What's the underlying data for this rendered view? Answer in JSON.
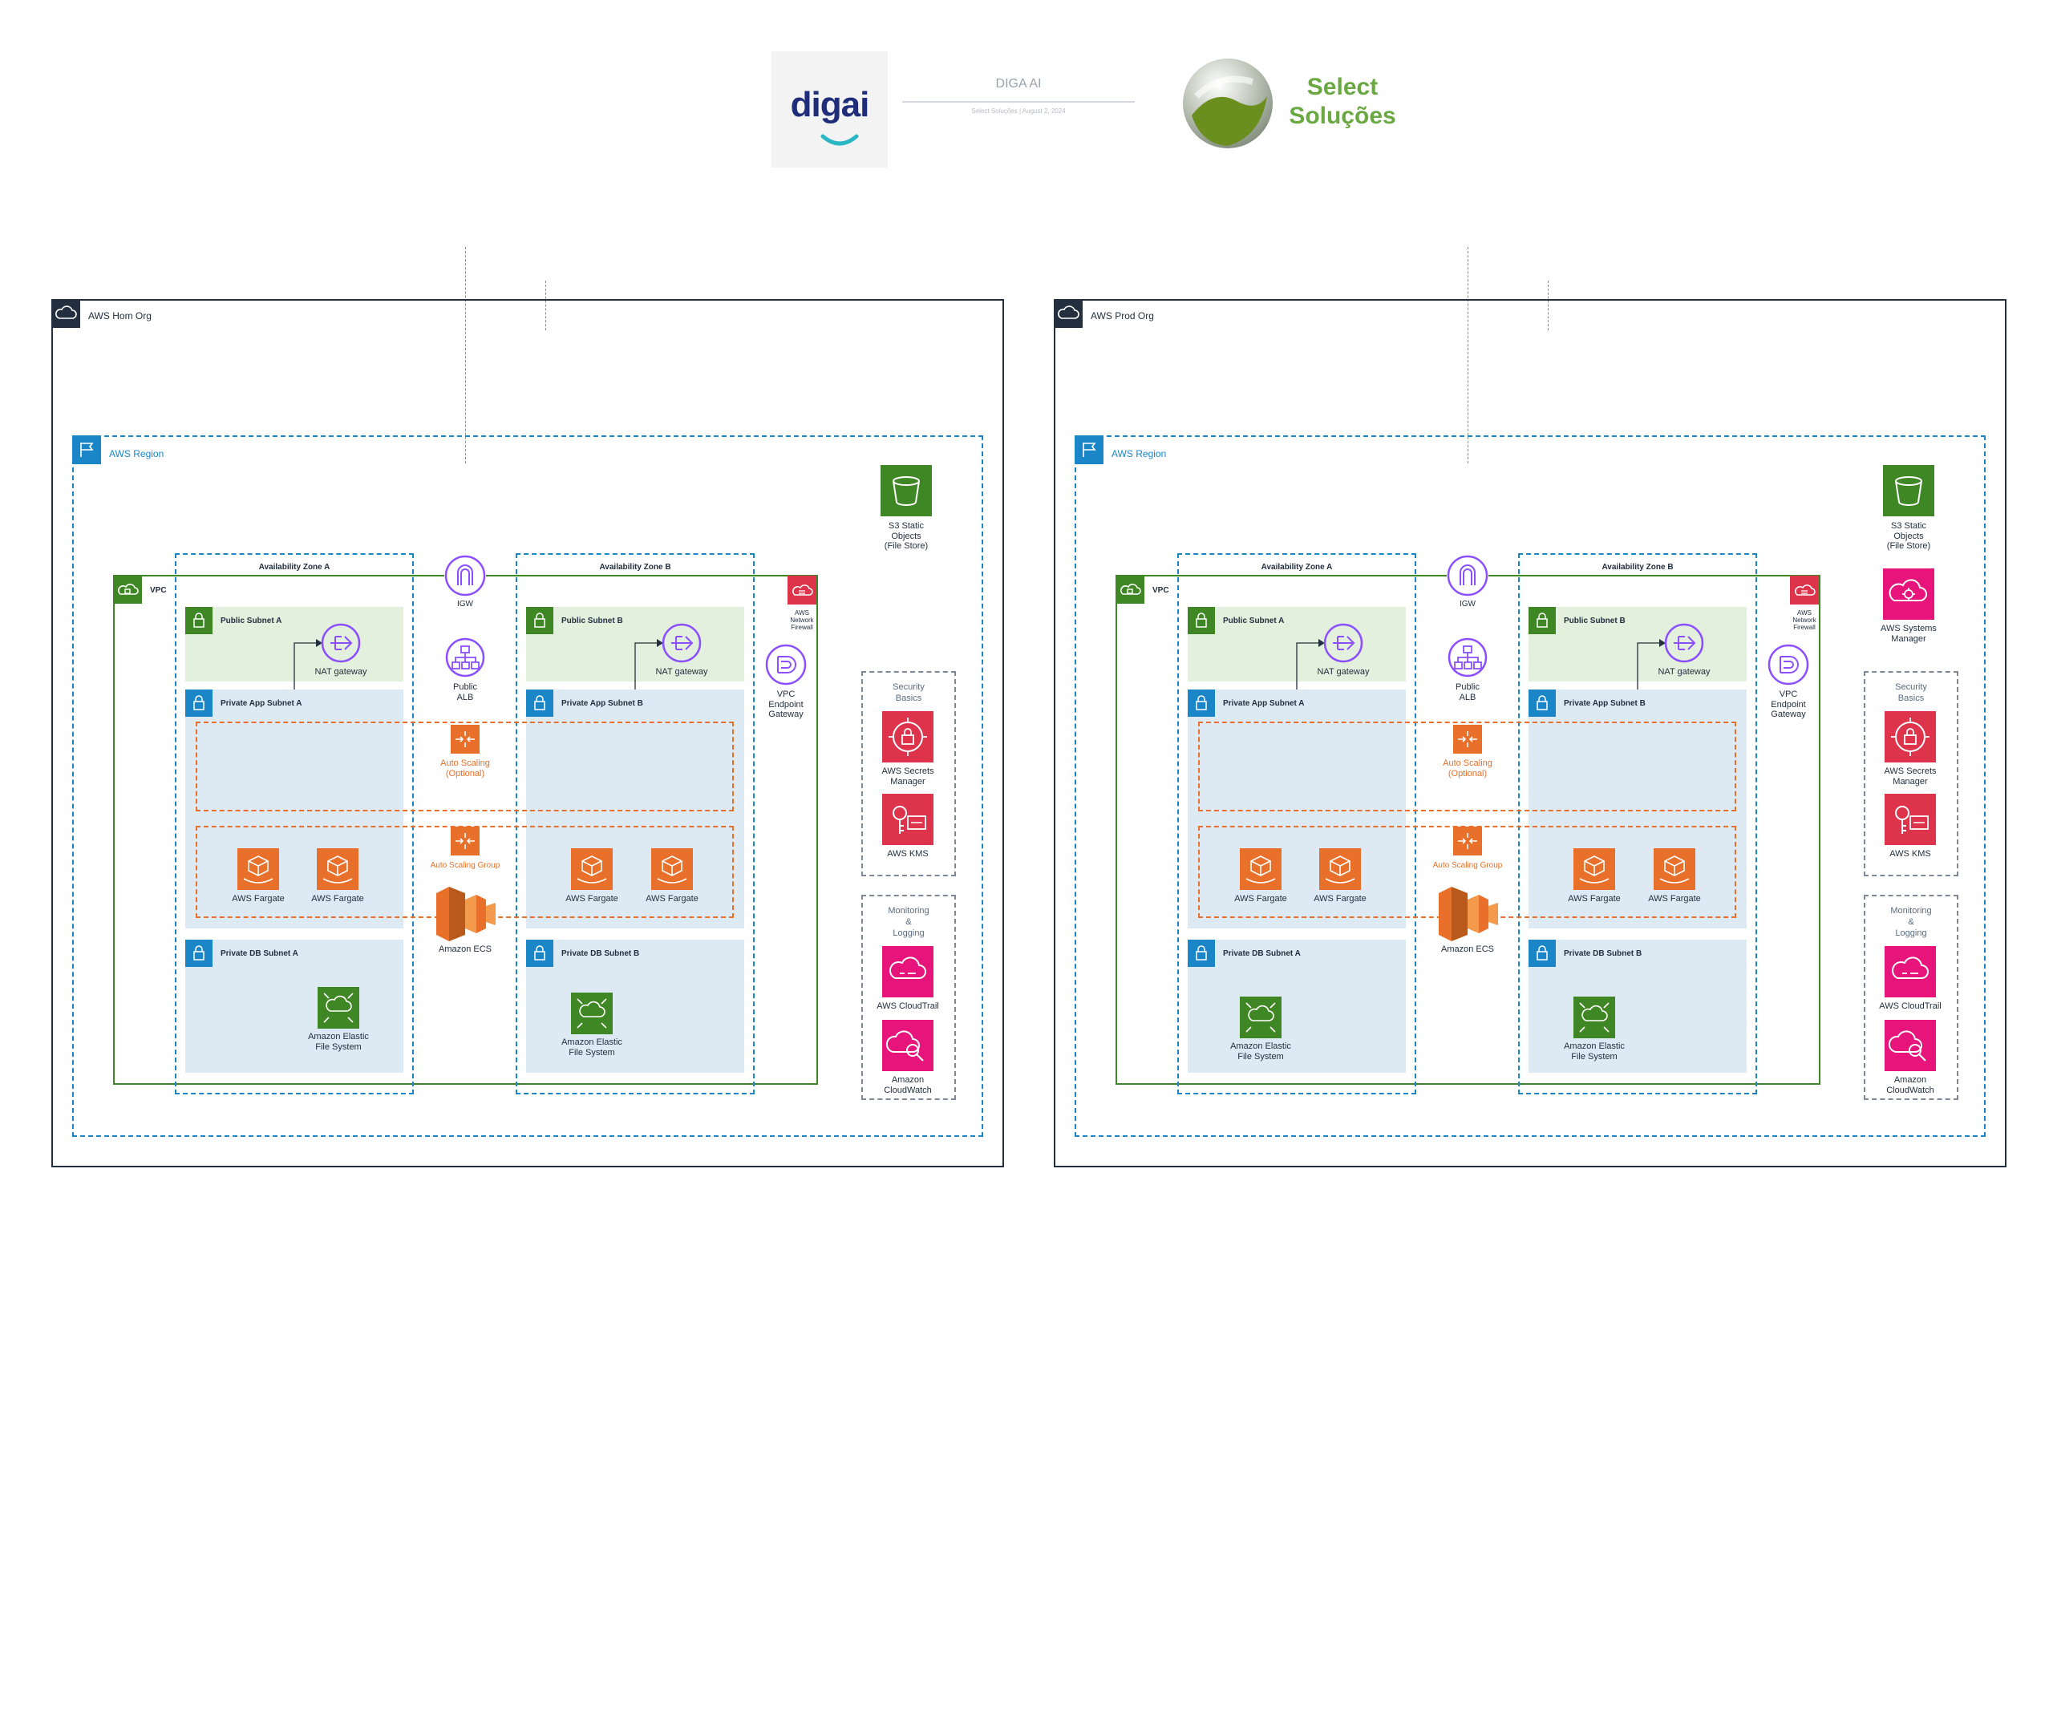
{
  "header": {
    "digai_logo_text": "digai",
    "title": "DIGA AI",
    "subtitle": "Select Soluções  |  August 2, 2024",
    "select_line1": "Select",
    "select_line2": "Soluções"
  },
  "colors": {
    "org": "#232f3e",
    "region": "#1a86c8",
    "vpc": "#3f8624",
    "public_subnet": "#e2f0dd",
    "private_subnet": "#ddeaf3",
    "compute": "#e8702a",
    "security": "#dd344c",
    "network": "#8c4fff",
    "storage": "#3f8624",
    "select_green": "#6aa842"
  },
  "left": {
    "org_label": "AWS Hom Org",
    "region_label": "AWS Region",
    "vpc_label": "VPC",
    "az_a": "Availability Zone A",
    "az_b": "Availability Zone B",
    "public_subnet_a": "Public Subnet A",
    "public_subnet_b": "Public Subnet B",
    "private_app_a": "Private App Subnet A",
    "private_app_b": "Private App Subnet B",
    "private_db_a": "Private DB Subnet A",
    "private_db_b": "Private DB Subnet B",
    "nat_gateway": "NAT gateway",
    "igw": "IGW",
    "alb": "Public\nALB",
    "autoscaling": "Auto Scaling\n(Optional)",
    "asg": "Auto Scaling Group",
    "ecs": "Amazon ECS",
    "fargate": "AWS Fargate",
    "efs": "Amazon Elastic\nFile System",
    "network_firewall": "AWS\nNetwork\nFirewall",
    "vpc_endpoint": "VPC\nEndpoint\nGateway",
    "s3": "S3 Static\nObjects\n(File Store)",
    "security_group": "Security\nBasics",
    "secrets_manager": "AWS Secrets\nManager",
    "kms": "AWS KMS",
    "monitoring_group": "Monitoring\n&\nLogging",
    "cloudtrail": "AWS CloudTrail",
    "cloudwatch": "Amazon\nCloudWatch"
  },
  "right": {
    "org_label": "AWS Prod Org",
    "region_label": "AWS Region",
    "vpc_label": "VPC",
    "az_a": "Availability Zone A",
    "az_b": "Availability Zone B",
    "public_subnet_a": "Public Subnet A",
    "public_subnet_b": "Public Subnet B",
    "private_app_a": "Private App Subnet A",
    "private_app_b": "Private App Subnet B",
    "private_db_a": "Private DB Subnet A",
    "private_db_b": "Private DB Subnet B",
    "nat_gateway": "NAT gateway",
    "igw": "IGW",
    "alb": "Public\nALB",
    "autoscaling": "Auto Scaling\n(Optional)",
    "asg": "Auto Scaling Group",
    "ecs": "Amazon ECS",
    "fargate": "AWS Fargate",
    "efs": "Amazon Elastic\nFile System",
    "network_firewall": "AWS\nNetwork\nFirewall",
    "vpc_endpoint": "VPC\nEndpoint\nGateway",
    "s3": "S3 Static\nObjects\n(File Store)",
    "systems_manager": "AWS Systems\nManager",
    "security_group": "Security\nBasics",
    "secrets_manager": "AWS Secrets\nManager",
    "kms": "AWS KMS",
    "monitoring_group": "Monitoring\n&\nLogging",
    "cloudtrail": "AWS CloudTrail",
    "cloudwatch": "Amazon\nCloudWatch"
  }
}
